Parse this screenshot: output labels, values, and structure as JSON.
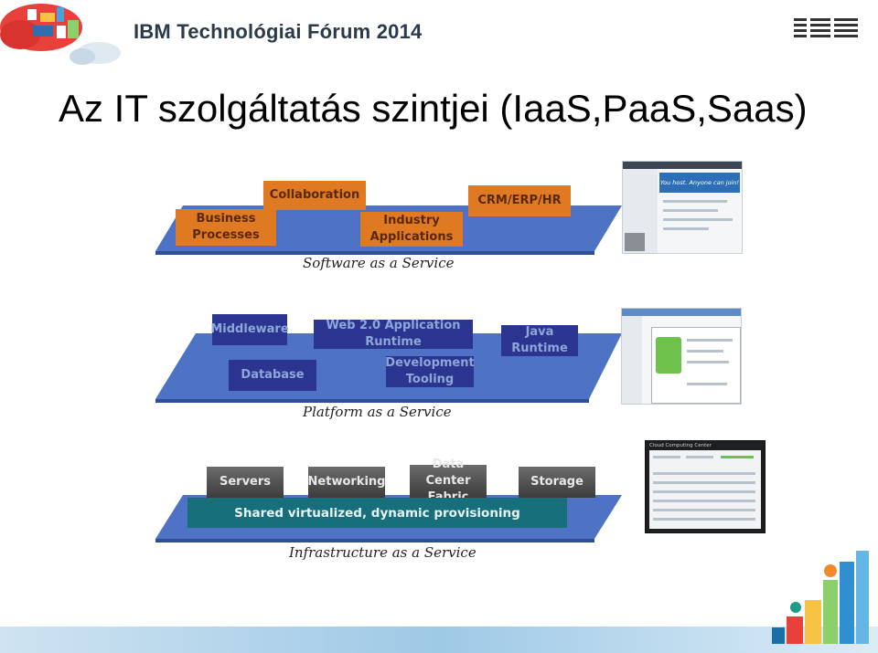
{
  "header": {
    "forum_title": "IBM Technológiai Fórum 2014",
    "brand": "IBM"
  },
  "slide": {
    "title": "Az IT szolgáltatás szintjei (IaaS,PaaS,Saas)"
  },
  "saas": {
    "label": "Software as a Service",
    "items": [
      "Business Processes",
      "Collaboration",
      "Industry Applications",
      "CRM/ERP/HR"
    ],
    "screenshot_banner": "You host. Anyone can join!"
  },
  "paas": {
    "label": "Platform as a Service",
    "items": [
      "Middleware",
      "Web 2.0 Application Runtime",
      "Java Runtime",
      "Database",
      "Development Tooling"
    ]
  },
  "iaas": {
    "label": "Infrastructure as a Service",
    "items": [
      "Servers",
      "Networking",
      "Data Center Fabric",
      "Storage"
    ],
    "shared": "Shared virtualized, dynamic provisioning",
    "screenshot_title": "Cloud Computing Center"
  },
  "colors": {
    "platform": "#4f73c4",
    "orange": "#e07a22",
    "navy": "#2b3590",
    "teal": "#166f7a"
  }
}
